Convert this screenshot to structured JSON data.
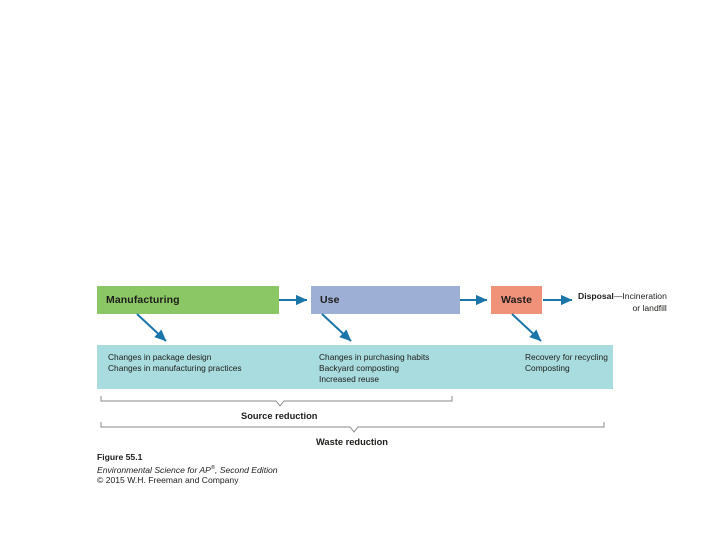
{
  "figure": {
    "colors": {
      "manufacturing": "#8cc765",
      "use": "#9dafd4",
      "waste": "#f0917a",
      "panel": "#a9dcdf",
      "arrow": "#1b75a8",
      "text": "#1d1d1b",
      "bracket": "#8a8a8a",
      "background": "#ffffff"
    },
    "stages": [
      {
        "label": "Manufacturing"
      },
      {
        "label": "Use"
      },
      {
        "label": "Waste"
      }
    ],
    "outcome": {
      "lead": "Disposal",
      "line1_rest": "—Incineration",
      "line2": "or landfill"
    },
    "detail_columns": [
      {
        "items": [
          "Changes in package design",
          "Changes in manufacturing practices"
        ]
      },
      {
        "items": [
          "Changes in purchasing habits",
          "Backyard composting",
          "Increased reuse"
        ]
      },
      {
        "items": [
          "Recovery for recycling",
          "Composting"
        ]
      }
    ],
    "brackets": [
      {
        "label": "Source reduction"
      },
      {
        "label": "Waste reduction"
      }
    ],
    "caption": {
      "title": "Figure 55.1",
      "source_pre": "Environmental Science for AP",
      "source_sup": "®",
      "source_post": ", Second Edition",
      "copyright": "© 2015 W.H. Freeman and Company"
    }
  }
}
